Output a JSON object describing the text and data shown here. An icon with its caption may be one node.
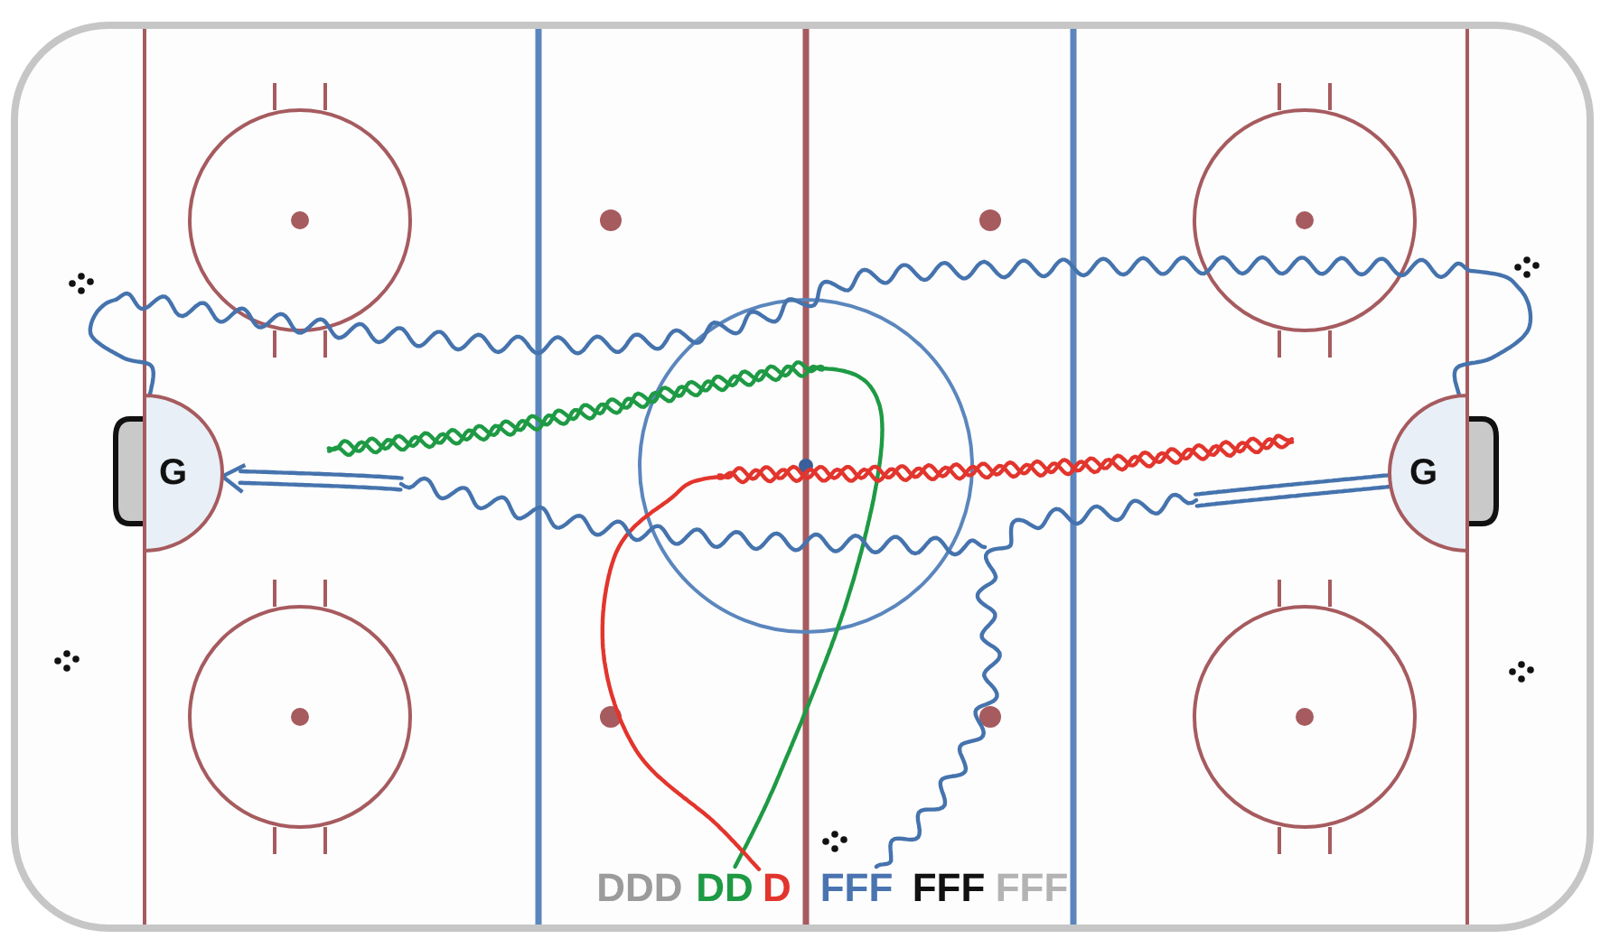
{
  "diagram": {
    "nodes": [
      {
        "text": [
          "G"
        ]
      },
      {
        "text": [
          "G"
        ]
      },
      {
        "text": [
          "DD"
        ]
      },
      {
        "text": [
          "D"
        ]
      },
      {
        "text": [
          "FFF"
        ]
      }
    ],
    "edges": [
      {
        "from": 2,
        "to": null,
        "arrow": "none",
        "color": "#1e9a44"
      },
      {
        "from": 3,
        "to": null,
        "arrow": "none",
        "color": "#e2352d"
      },
      {
        "from": 4,
        "to": 1,
        "arrow": "none"
      },
      {
        "from": 1,
        "to": 0,
        "arrow": "none"
      },
      {
        "from": null,
        "to": 0,
        "arrow": "to"
      }
    ],
    "labels": [
      "DDD",
      "FFF",
      "FFF"
    ]
  }
}
